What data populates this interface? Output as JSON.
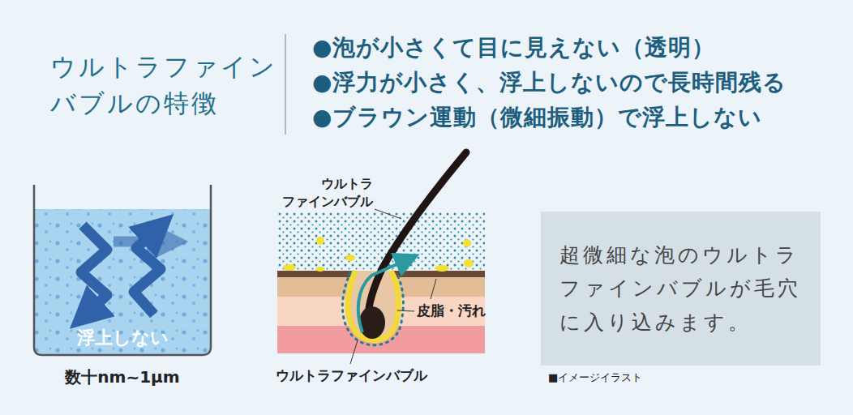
{
  "diagram": {
    "title": "ウルトラファイン バブルの特徴",
    "nodes": [
      {
        "text": [
          "浮上しない"
        ]
      },
      {
        "text": [
          "超微細な泡のウルトラファインバブルが毛穴に入り込みます。"
        ]
      }
    ],
    "labels": [
      "●泡が小さくて目に見えない（透明）",
      "●浮力が小さく、浮上しないので長時間残る",
      "●ブラウン運動（微細振動）で浮上しない",
      "数十nm~1μm",
      "ウルトラ ファインバブル",
      "皮脂・汚れ",
      "ウルトラファインバブル",
      "■イメージイラスト"
    ]
  }
}
